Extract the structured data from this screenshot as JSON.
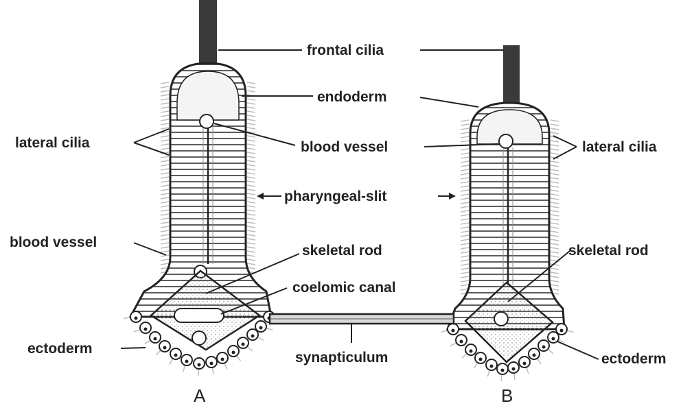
{
  "labels": {
    "frontal_cilia": "frontal cilia",
    "endoderm": "endoderm",
    "lateral_cilia_left": "lateral cilia",
    "lateral_cilia_right": "lateral cilia",
    "blood_vessel_center": "blood vessel",
    "blood_vessel_left": "blood vessel",
    "pharyngeal_slit": "pharyngeal-slit",
    "skeletal_rod_center": "skeletal rod",
    "skeletal_rod_right": "skeletal rod",
    "coelomic_canal": "coelomic canal",
    "ectoderm_left": "ectoderm",
    "ectoderm_right": "ectoderm",
    "synapticulum": "synapticulum",
    "figure_a": "A",
    "figure_b": "B"
  },
  "colors": {
    "ink": "#222222",
    "stipple": "#bdbdbd",
    "fill": "#e9e9e9",
    "background": "#ffffff"
  }
}
